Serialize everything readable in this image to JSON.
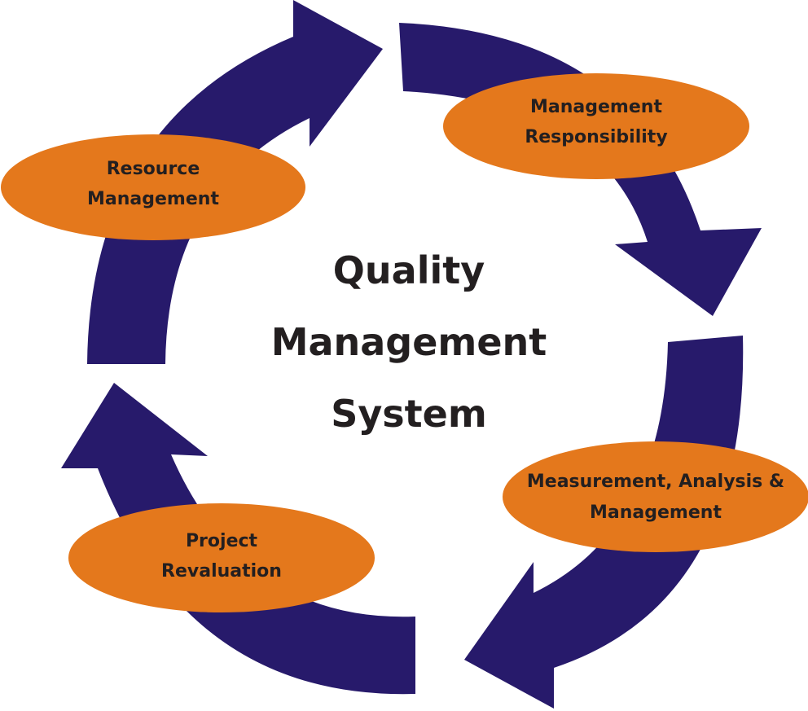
{
  "center": {
    "line1": "Quality",
    "line2": "Management",
    "line3": "System"
  },
  "stages": [
    {
      "line1": "Management",
      "line2": "Responsibility"
    },
    {
      "line1": "Measurement, Analysis &",
      "line2": "Management"
    },
    {
      "line1": "Project",
      "line2": "Revaluation"
    },
    {
      "line1": "Resource",
      "line2": "Management"
    }
  ],
  "colors": {
    "arrow": "#271a6b",
    "ellipse": "#e4781c",
    "text": "#231f20"
  }
}
